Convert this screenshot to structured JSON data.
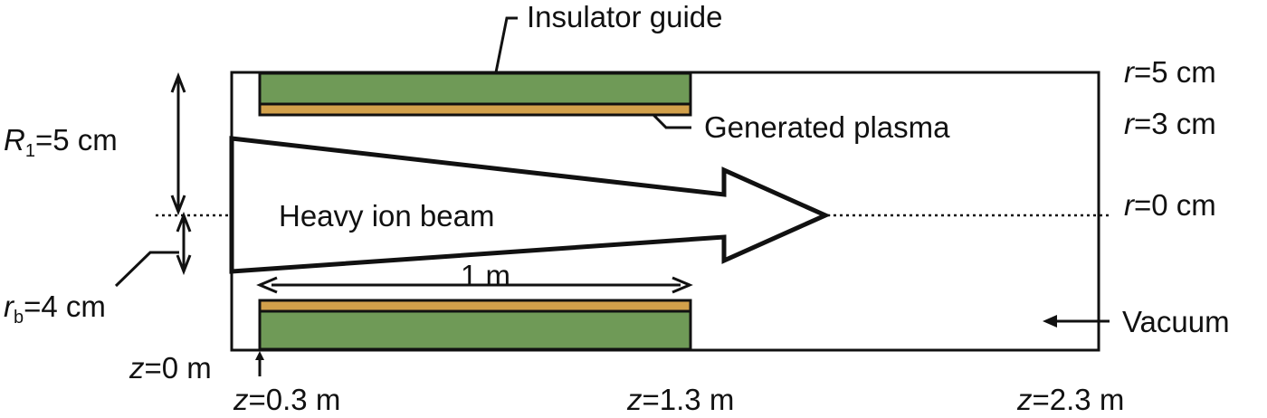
{
  "labels": {
    "insulator_guide": "Insulator guide",
    "generated_plasma": "Generated plasma",
    "heavy_ion_beam": "Heavy ion beam",
    "vacuum": "Vacuum",
    "length": "1 m"
  },
  "radius_label": {
    "symbol": "R",
    "subscript": "1",
    "value": "=5 cm"
  },
  "beam_radius_label": {
    "symbol": "r",
    "subscript": "b",
    "value": "=4 cm"
  },
  "r_markers": [
    {
      "symbol": "r",
      "value": "=5 cm"
    },
    {
      "symbol": "r",
      "value": "=3 cm"
    },
    {
      "symbol": "r",
      "value": "=0 cm"
    }
  ],
  "z_markers": [
    {
      "symbol": "z",
      "value": "=0 m"
    },
    {
      "symbol": "z",
      "value": "=0.3 m"
    },
    {
      "symbol": "z",
      "value": "=1.3 m"
    },
    {
      "symbol": "z",
      "value": "=2.3 m"
    }
  ],
  "colors": {
    "insulator": "#6f9a57",
    "plasma": "#d2a04a",
    "outline": "#111111",
    "background": "#ffffff"
  }
}
